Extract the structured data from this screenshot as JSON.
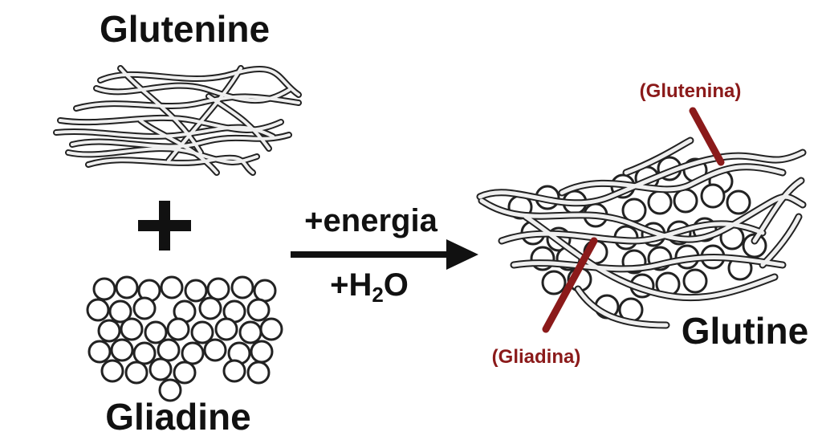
{
  "labels": {
    "glutenine": "Glutenine",
    "plus": "+",
    "gliadine": "Gliadine",
    "arrow_top": "+energia",
    "arrow_bottom_prefix": "+H",
    "arrow_bottom_subscript": "2",
    "arrow_bottom_suffix": "O",
    "glutine": "Glutine",
    "callout_glutenina": "(Glutenina)",
    "callout_gliadina": "(Gliadina)"
  },
  "colors": {
    "ink": "#111111",
    "callout": "#8b1a1a",
    "strand_fill": "#f0f0f0",
    "bead_fill": "#ffffff"
  }
}
